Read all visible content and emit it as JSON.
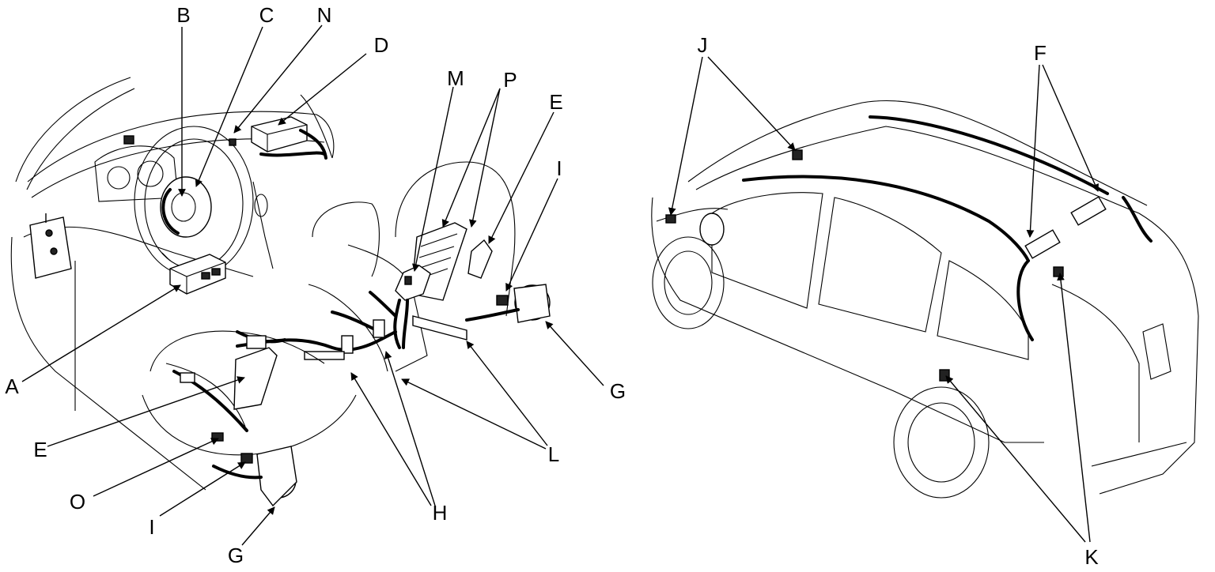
{
  "callouts": {
    "A": "A",
    "B": "B",
    "C": "C",
    "N": "N",
    "D": "D",
    "M": "M",
    "P": "P",
    "E1": "E",
    "I1": "I",
    "G1": "G",
    "E2": "E",
    "O": "O",
    "I2": "I",
    "G2": "G",
    "H": "H",
    "L": "L",
    "J": "J",
    "F": "F",
    "K": "K"
  }
}
